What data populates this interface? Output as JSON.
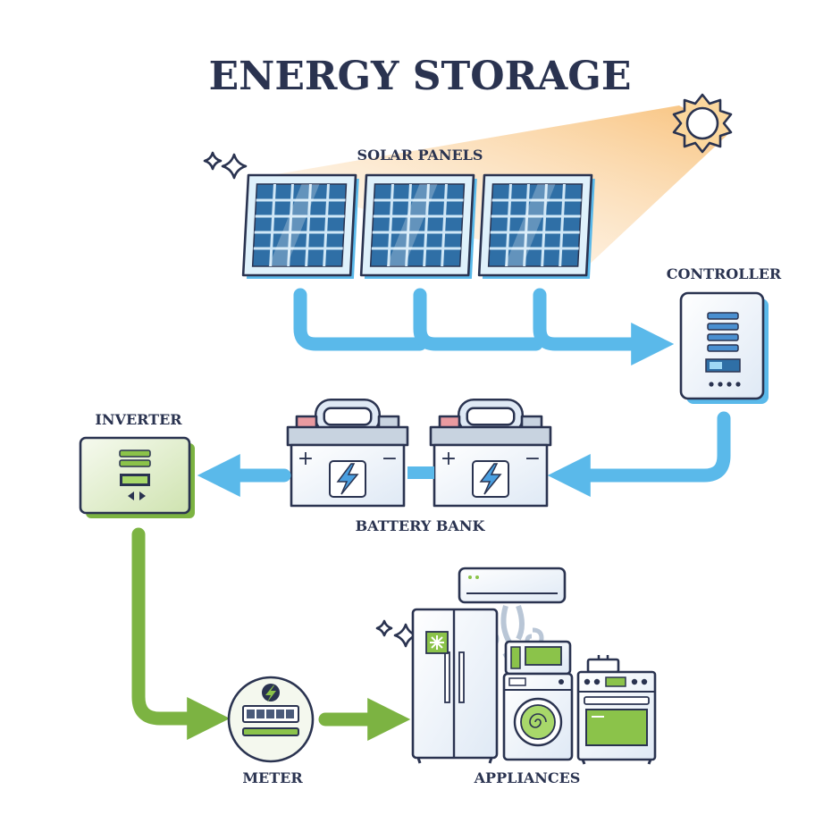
{
  "title": "ENERGY STORAGE",
  "labels": {
    "solar_panels": "SOLAR PANELS",
    "controller": "CONTROLLER",
    "inverter": "INVERTER",
    "battery_bank": "BATTERY BANK",
    "meter": "METER",
    "appliances": "APPLIANCES"
  },
  "battery_terminals": {
    "positive": "+",
    "negative": "−"
  },
  "colors": {
    "ink": "#2a3350",
    "dc_flow": "#5ab9ea",
    "ac_flow": "#7cb342",
    "sun": "#f7b867",
    "panel_cell": "#2f6fa6",
    "panel_frame": "#5ab9ea",
    "appliance_green": "#8bc34a"
  },
  "icons": [
    "sun-icon",
    "sparkle-icon",
    "lightning-icon",
    "wind-swirl-icon",
    "snowflake-icon"
  ]
}
